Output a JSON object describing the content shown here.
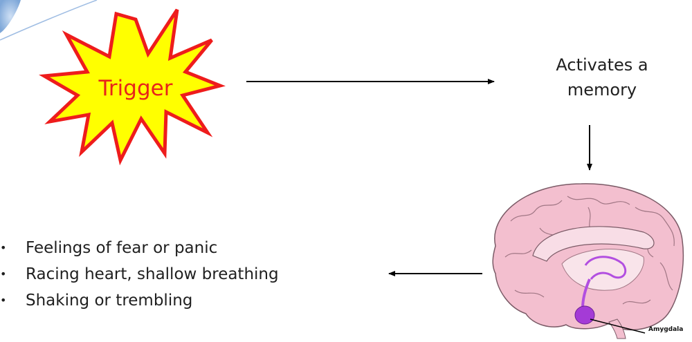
{
  "trigger": {
    "label": "Trigger"
  },
  "memory": {
    "label": "Activates a memory"
  },
  "brain": {
    "region_label": "Amygdala"
  },
  "effects": {
    "items": [
      "Feelings of fear or panic",
      "Racing heart, shallow breathing",
      "Shaking or trembling"
    ]
  },
  "colors": {
    "burst_fill": "#ffff00",
    "burst_stroke": "#ee1c1c",
    "trigger_text": "#e8241a",
    "brain_fill": "#f3bfcf",
    "amygdala": "#a43bd6"
  }
}
